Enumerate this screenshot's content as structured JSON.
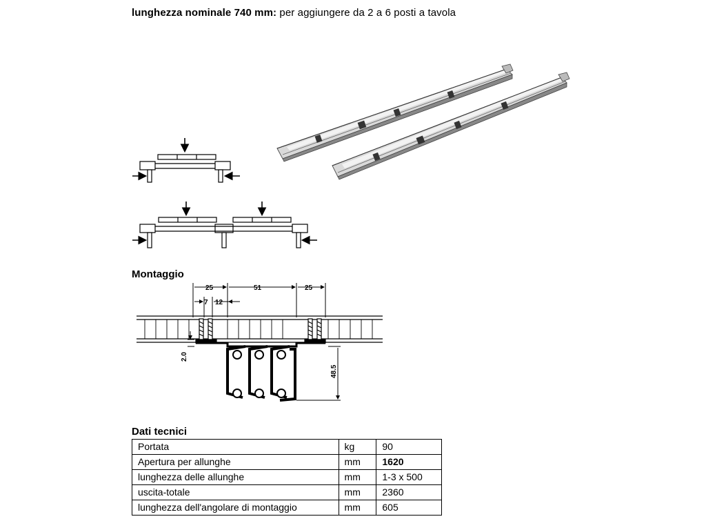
{
  "headline": {
    "bold": "lunghezza nominale 740 mm:",
    "rest": " per aggiungere da 2 a 6 posti a tavola"
  },
  "montaggio": {
    "title": "Montaggio",
    "dims": {
      "d25a": "25",
      "d51": "51",
      "d25b": "25",
      "d7": "7",
      "d12": "12",
      "d20": "2.0",
      "d485": "48.5"
    }
  },
  "specs": {
    "title": "Dati tecnici",
    "rows": [
      {
        "label": "Portata",
        "unit": "kg",
        "value": "90",
        "bold": false
      },
      {
        "label": "Apertura per allunghe",
        "unit": "mm",
        "value": "1620",
        "bold": true
      },
      {
        "label": "lunghezza delle allunghe",
        "unit": "mm",
        "value": "1-3 x 500",
        "bold": false
      },
      {
        "label": "uscita-totale",
        "unit": "mm",
        "value": "2360",
        "bold": false
      },
      {
        "label": "lunghezza dell'angolare di montaggio",
        "unit": "mm",
        "value": "605",
        "bold": false
      }
    ]
  }
}
